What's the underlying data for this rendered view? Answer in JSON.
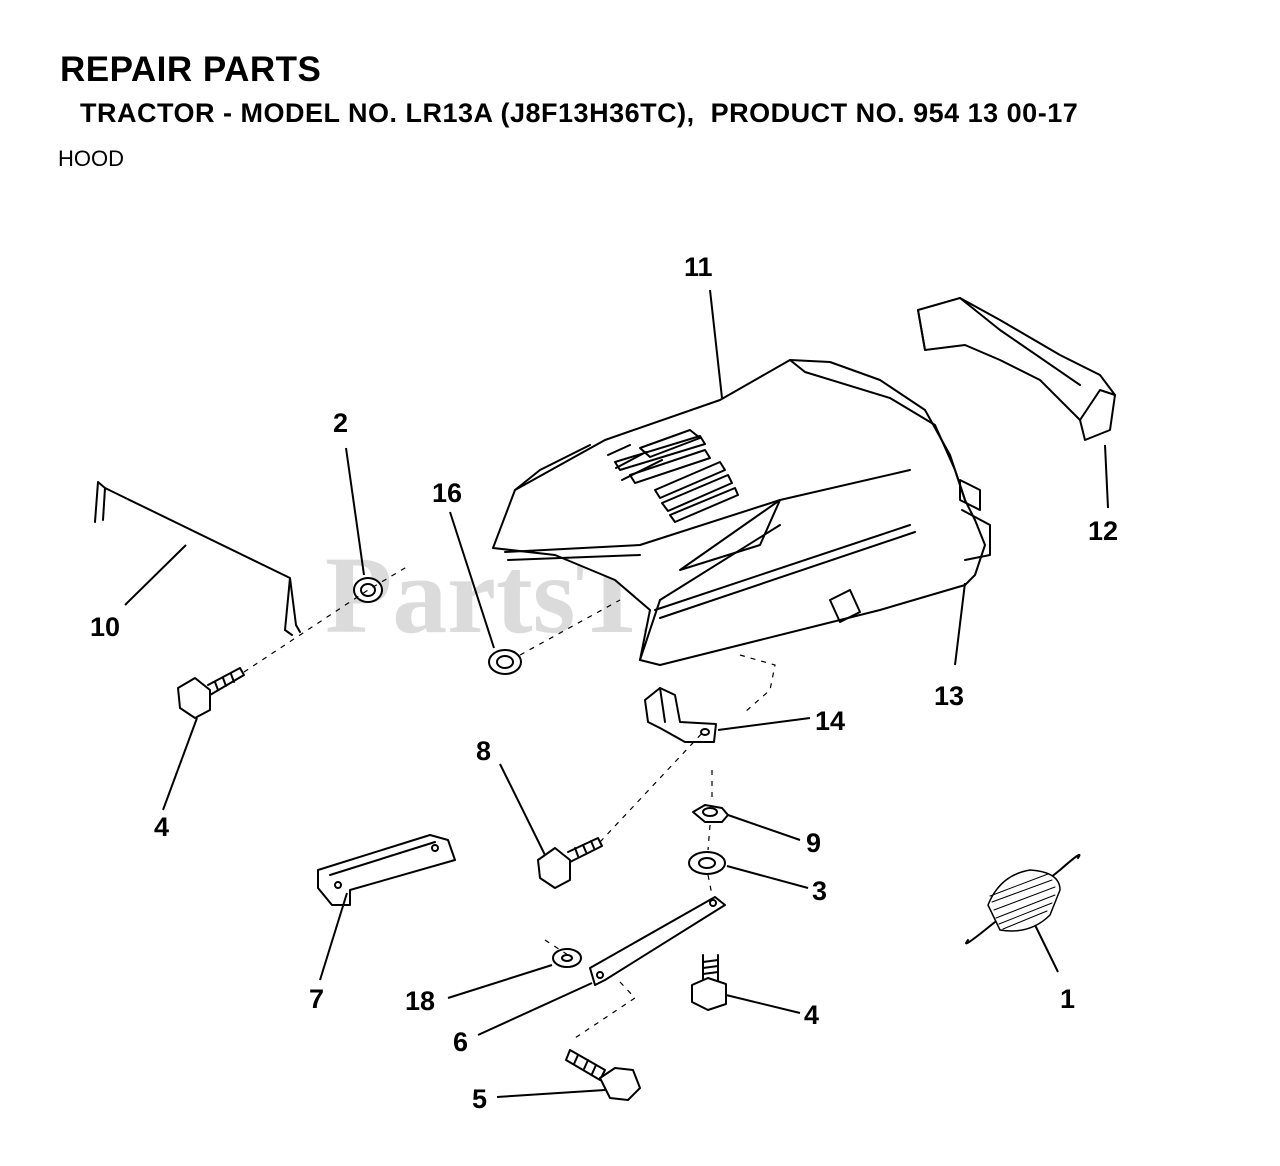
{
  "header": {
    "title": "REPAIR PARTS",
    "subtitle": "TRACTOR - MODEL NO. LR13A (J8F13H36TC),  PRODUCT NO. 954 13 00-17",
    "section": "HOOD"
  },
  "watermark": {
    "text": "PartsTree",
    "mark": "™"
  },
  "callouts": {
    "c1": "1",
    "c2": "2",
    "c3": "3",
    "c4a": "4",
    "c4b": "4",
    "c5": "5",
    "c6": "6",
    "c7": "7",
    "c8": "8",
    "c9": "9",
    "c10": "10",
    "c11": "11",
    "c12": "12",
    "c13": "13",
    "c14": "14",
    "c16": "16",
    "c18": "18"
  }
}
